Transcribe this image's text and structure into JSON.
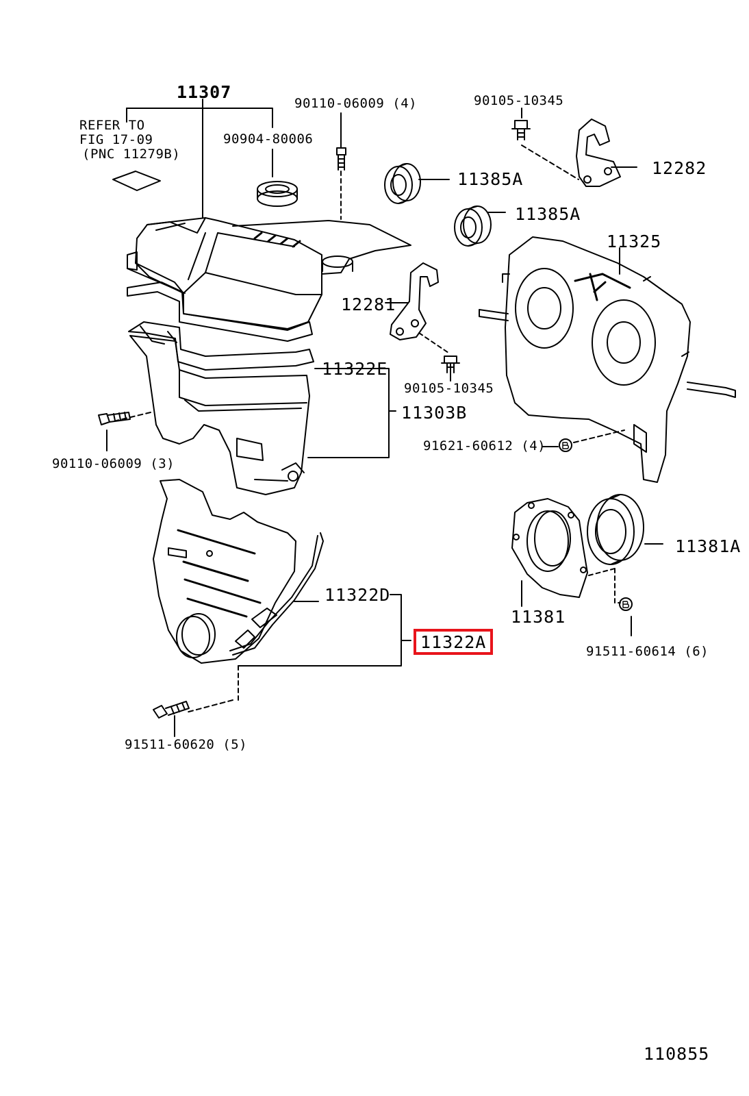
{
  "diagram": {
    "highlight_color": "#e8141b",
    "figure_number": "110855",
    "refer_note": [
      "REFER TO",
      "FIG 17-09",
      "(PNC 11279B)"
    ],
    "labels": {
      "p11307": "11307",
      "p90904": "90904-80006",
      "p90110_4": "90110-06009 (4)",
      "p90105_top": "90105-10345",
      "p11385a_1": "11385A",
      "p12282": "12282",
      "p11385a_2": "11385A",
      "p11325": "11325",
      "p12281": "12281",
      "p11322e": "11322E",
      "p90105_mid": "90105-10345",
      "p11303b": "11303B",
      "p91621": "91621-60612 (4)",
      "p90110_3": "90110-06009 (3)",
      "p11381a": "11381A",
      "p11322d": "11322D",
      "p11322a": "11322A",
      "p11381": "11381",
      "p91511_6": "91511-60614 (6)",
      "p91511_5": "91511-60620 (5)"
    }
  }
}
